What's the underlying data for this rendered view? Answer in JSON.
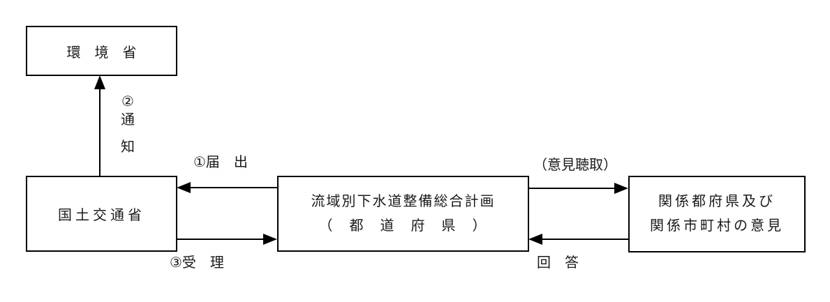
{
  "boxes": {
    "environment": {
      "label": "環　境　省"
    },
    "mlit": {
      "label": "国土交通省"
    },
    "plan": {
      "line1": "流域別下水道整備総合計画",
      "line2": "（　都　道　府　県　）"
    },
    "opinions": {
      "line1": "関係都府県及び",
      "line2": "関係市町村の意見"
    }
  },
  "labels": {
    "step1": "①届　出",
    "step2": {
      "num": "②",
      "char1": "通",
      "char2": "知"
    },
    "step3": "③受　理",
    "hearing": "（意見聴取）",
    "response": "回　答"
  },
  "arrows": [
    {
      "id": "arrow-notification",
      "from": "plan",
      "to": "mlit",
      "direction": "left",
      "label": "①届出"
    },
    {
      "id": "arrow-notice",
      "from": "mlit",
      "to": "environment",
      "direction": "up",
      "label": "②通知"
    },
    {
      "id": "arrow-acceptance",
      "from": "mlit",
      "to": "plan",
      "direction": "right",
      "label": "③受理"
    },
    {
      "id": "arrow-hearing",
      "from": "plan",
      "to": "opinions",
      "direction": "right",
      "label": "（意見聴取）"
    },
    {
      "id": "arrow-response",
      "from": "opinions",
      "to": "plan",
      "direction": "left",
      "label": "回答"
    }
  ],
  "colors": {
    "background": "#ffffff",
    "line": "#000000",
    "text": "#1a1a1a"
  }
}
